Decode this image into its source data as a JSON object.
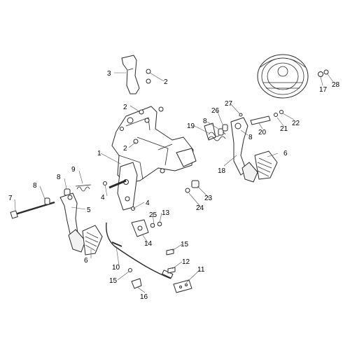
{
  "diagram": {
    "callouts": [
      {
        "id": "c1",
        "label": "1"
      },
      {
        "id": "c2a",
        "label": "2"
      },
      {
        "id": "c2b",
        "label": "2"
      },
      {
        "id": "c2c",
        "label": "2"
      },
      {
        "id": "c3",
        "label": "3"
      },
      {
        "id": "c4a",
        "label": "4"
      },
      {
        "id": "c4b",
        "label": "4"
      },
      {
        "id": "c5",
        "label": "5"
      },
      {
        "id": "c6a",
        "label": "6"
      },
      {
        "id": "c6b",
        "label": "6"
      },
      {
        "id": "c7",
        "label": "7"
      },
      {
        "id": "c8a",
        "label": "8"
      },
      {
        "id": "c8b",
        "label": "8"
      },
      {
        "id": "c8c",
        "label": "8"
      },
      {
        "id": "c8d",
        "label": "8"
      },
      {
        "id": "c9",
        "label": "9"
      },
      {
        "id": "c10",
        "label": "10"
      },
      {
        "id": "c11",
        "label": "11"
      },
      {
        "id": "c12",
        "label": "12"
      },
      {
        "id": "c13",
        "label": "13"
      },
      {
        "id": "c14",
        "label": "14"
      },
      {
        "id": "c15a",
        "label": "15"
      },
      {
        "id": "c15b",
        "label": "15"
      },
      {
        "id": "c16",
        "label": "16"
      },
      {
        "id": "c17",
        "label": "17"
      },
      {
        "id": "c18",
        "label": "18"
      },
      {
        "id": "c19",
        "label": "19"
      },
      {
        "id": "c20",
        "label": "20"
      },
      {
        "id": "c21",
        "label": "21"
      },
      {
        "id": "c22",
        "label": "22"
      },
      {
        "id": "c23",
        "label": "23"
      },
      {
        "id": "c24",
        "label": "24"
      },
      {
        "id": "c25",
        "label": "25"
      },
      {
        "id": "c26",
        "label": "26"
      },
      {
        "id": "c27",
        "label": "27"
      },
      {
        "id": "c28",
        "label": "28"
      }
    ]
  }
}
